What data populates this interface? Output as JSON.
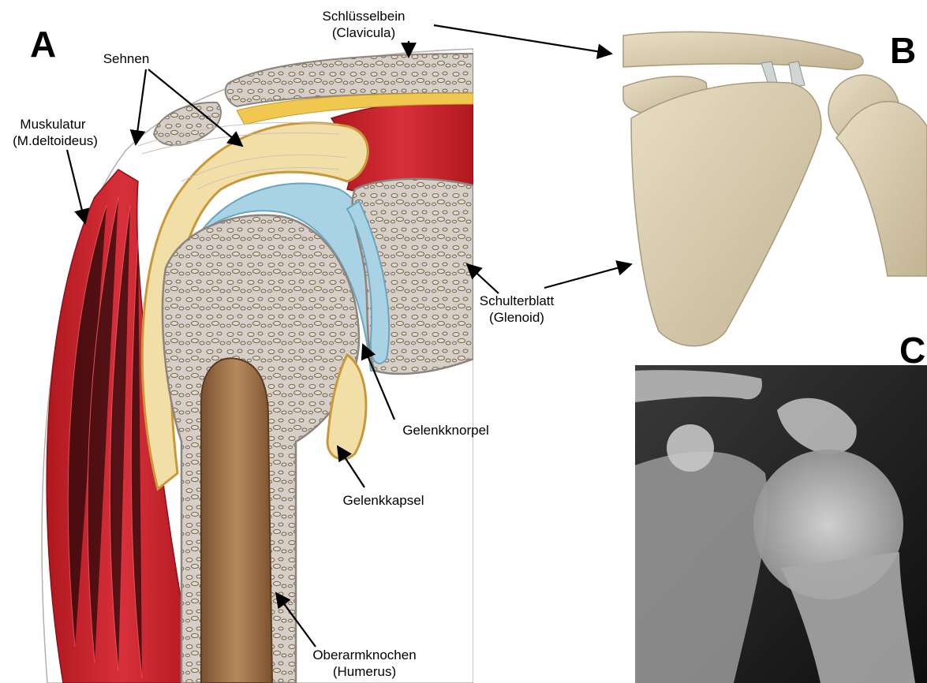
{
  "panels": {
    "a": "A",
    "b": "B",
    "c": "C"
  },
  "labels": {
    "clavicle_line1": "Schlüsselbein",
    "clavicle_line2": "(Clavicula)",
    "tendons": "Sehnen",
    "muscle_line1": "Muskulatur",
    "muscle_line2": "(M.deltoideus)",
    "scapula_line1": "Schulterblatt",
    "scapula_line2": "(Glenoid)",
    "cartilage": "Gelenkknorpel",
    "capsule": "Gelenkkapsel",
    "humerus_line1": "Oberarmknochen",
    "humerus_line2": "(Humerus)"
  },
  "colors": {
    "muscle": "#c8202a",
    "bone": "#d8d0c8",
    "bone_outline": "#9a9088",
    "cartilage": "#a9d3e4",
    "capsule": "#e6c070",
    "fat": "#f0c850",
    "marrow": "#9a6a3e",
    "render_bone": "#d9cdb0",
    "xray_bg": "#1a1a1a"
  }
}
